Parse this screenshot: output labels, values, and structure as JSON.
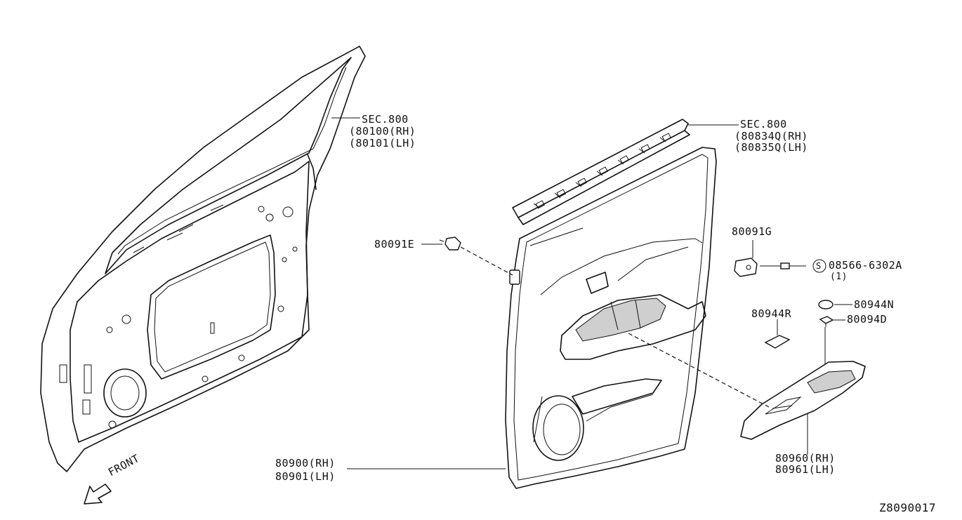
{
  "front_door_panel": {
    "sec": "SEC.800",
    "part_rh": "80100(RH)",
    "part_lh": "80101(LH)"
  },
  "weatherstrip": {
    "sec": "SEC.800",
    "part_rh": "80834Q(RH)",
    "part_lh": "80835Q(LH)"
  },
  "clip_e": "80091E",
  "clip_g": "80091G",
  "screw": {
    "symbol": "S",
    "part": "08566-6302A",
    "qty": "(1)"
  },
  "cap_n": "80944N",
  "clip_d": "80094D",
  "pad_r": "80944R",
  "door_finisher": {
    "part_rh": "80900(RH)",
    "part_lh": "80901(LH)"
  },
  "armrest": {
    "part_rh": "80960(RH)",
    "part_lh": "80961(LH)"
  },
  "front_label": "FRONT",
  "diagram_id": "Z8090017",
  "icons": {
    "front_arrow": "arrow-icon"
  }
}
